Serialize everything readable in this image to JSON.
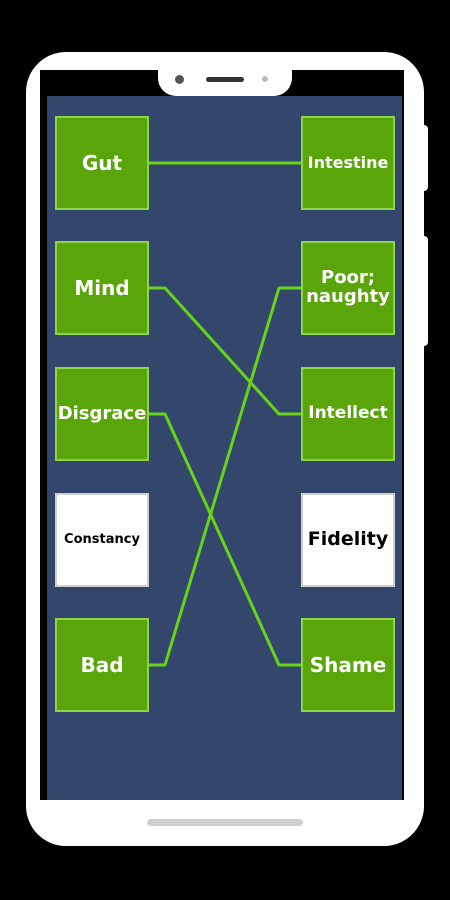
{
  "left_cards": [
    {
      "text": "Gut",
      "state": "matched"
    },
    {
      "text": "Mind",
      "state": "matched"
    },
    {
      "text": "Disgrace",
      "state": "matched"
    },
    {
      "text": "Constancy",
      "state": "unmatched"
    },
    {
      "text": "Bad",
      "state": "matched"
    }
  ],
  "right_cards": [
    {
      "text": "Intestine",
      "state": "matched"
    },
    {
      "text": "Poor; naughty",
      "state": "matched"
    },
    {
      "text": "Intellect",
      "state": "matched"
    },
    {
      "text": "Fidelity",
      "state": "unmatched"
    },
    {
      "text": "Shame",
      "state": "matched"
    }
  ],
  "connections": [
    {
      "from": "Gut",
      "to": "Intestine"
    },
    {
      "from": "Mind",
      "to": "Intellect"
    },
    {
      "from": "Disgrace",
      "to": "Shame"
    },
    {
      "from": "Bad",
      "to": "Poor; naughty"
    }
  ],
  "colors": {
    "board": "#33466b",
    "card_matched": "#5aa60a",
    "card_border": "#8fd44a",
    "card_unmatched": "#ffffff",
    "line": "#67d418"
  }
}
